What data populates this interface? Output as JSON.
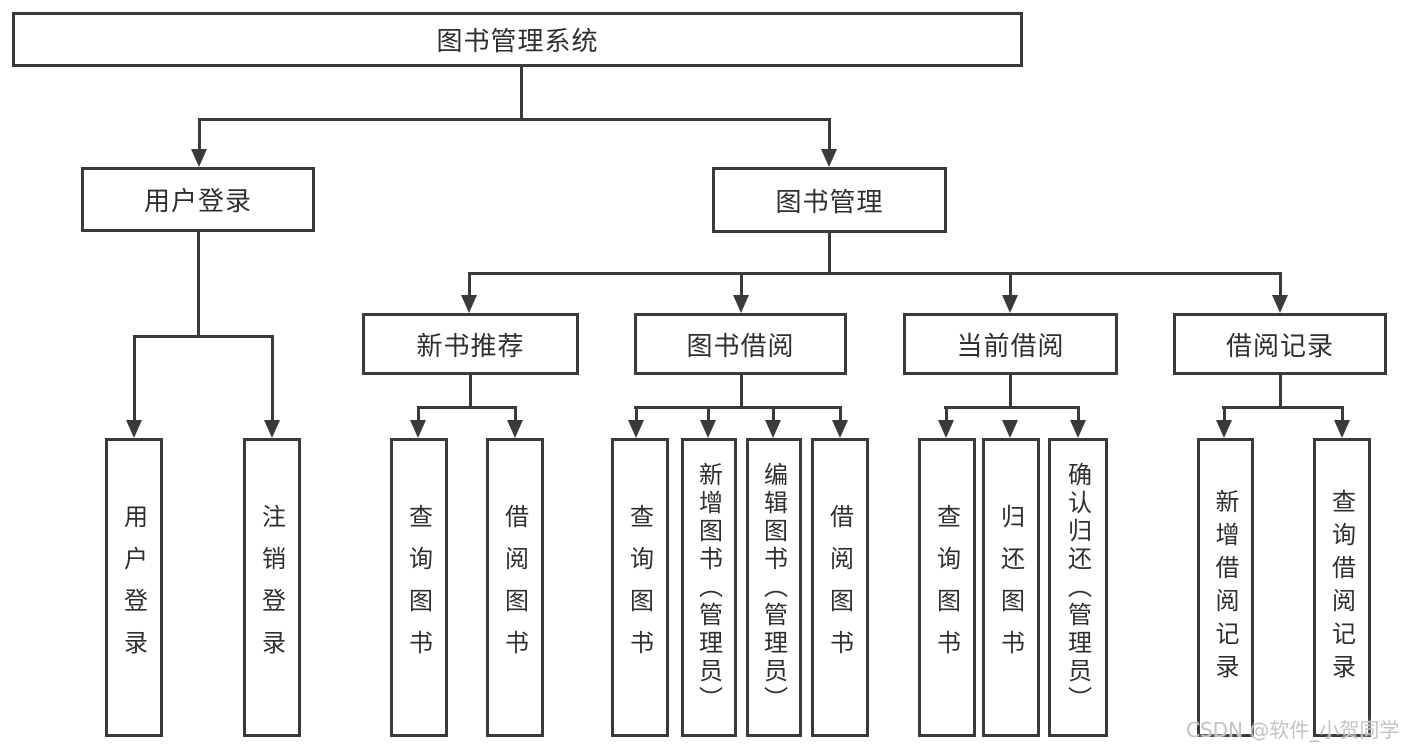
{
  "root": {
    "label": "图书管理系统"
  },
  "level2": [
    {
      "id": "user-login",
      "label": "用户登录"
    },
    {
      "id": "book-management",
      "label": "图书管理"
    }
  ],
  "level3": [
    {
      "id": "new-book-recommend",
      "parent": "图书管理",
      "label": "新书推荐"
    },
    {
      "id": "book-borrowing",
      "parent": "图书管理",
      "label": "图书借阅"
    },
    {
      "id": "current-borrowing",
      "parent": "图书管理",
      "label": "当前借阅"
    },
    {
      "id": "borrowing-records",
      "parent": "图书管理",
      "label": "借阅记录"
    }
  ],
  "leaves": [
    {
      "parent": "用户登录",
      "label": "用户登录"
    },
    {
      "parent": "用户登录",
      "label": "注销登录"
    },
    {
      "parent": "新书推荐",
      "label": "查询图书"
    },
    {
      "parent": "新书推荐",
      "label": "借阅图书"
    },
    {
      "parent": "图书借阅",
      "label": "查询图书"
    },
    {
      "parent": "图书借阅",
      "label": "新增图书（管理员）"
    },
    {
      "parent": "图书借阅",
      "label": "编辑图书（管理员）"
    },
    {
      "parent": "图书借阅",
      "label": "借阅图书"
    },
    {
      "parent": "当前借阅",
      "label": "查询图书"
    },
    {
      "parent": "当前借阅",
      "label": "归还图书"
    },
    {
      "parent": "当前借阅",
      "label": "确认归还（管理员）"
    },
    {
      "parent": "借阅记录",
      "label": "新增借阅记录"
    },
    {
      "parent": "借阅记录",
      "label": "查询借阅记录"
    }
  ],
  "watermark": {
    "text": "CSDN @软件_小贺同学"
  },
  "colors": {
    "line": "#3a3a3a",
    "text": "#2f2f2f",
    "watermark": "#c3c3c3",
    "background": "#ffffff"
  }
}
